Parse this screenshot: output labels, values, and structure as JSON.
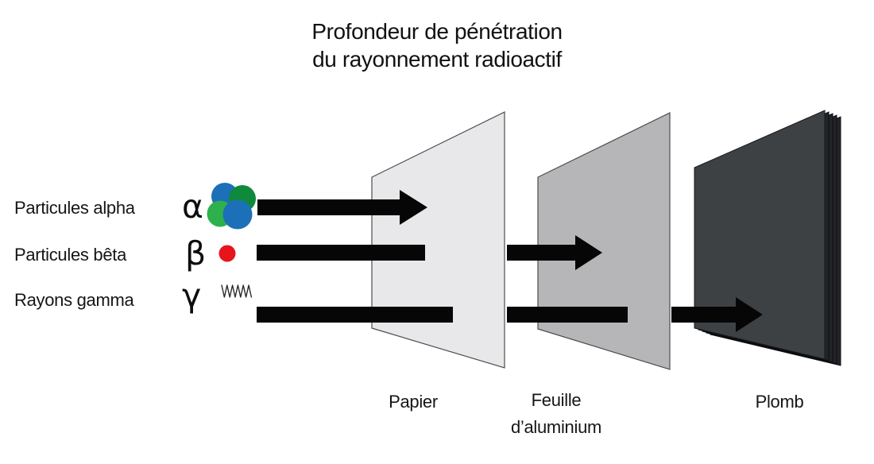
{
  "title": {
    "line1": "Profondeur de pénétration",
    "line2": "du rayonnement radioactif"
  },
  "rays": [
    {
      "label": "Particules alpha",
      "symbol": "α",
      "particle_icon": "alpha-nucleus"
    },
    {
      "label": "Particules bêta",
      "symbol": "β",
      "particle_icon": "beta-dot"
    },
    {
      "label": "Rayons gamma",
      "symbol": "γ",
      "particle_icon": "gamma-wave"
    }
  ],
  "barriers": [
    {
      "name": "Papier"
    },
    {
      "name": "Feuille",
      "name2": "d’aluminium"
    },
    {
      "name": "Plomb"
    }
  ],
  "colors": {
    "paper_fill": "#e8e8ea",
    "paper_stroke": "#4d4d4d",
    "aluminum_fill": "#b6b6b8",
    "aluminum_stroke": "#4d4d4d",
    "lead_front": "#3e4144",
    "lead_layer": "#232428",
    "lead_stroke": "#121316",
    "arrow_black": "#060606",
    "nucleus_blue": "#1c70b8",
    "nucleus_green_dark": "#0f8a3d",
    "nucleus_green_bright": "#2eb04c",
    "beta_red": "#e8141c",
    "wave_stroke": "#2b2b2b"
  }
}
